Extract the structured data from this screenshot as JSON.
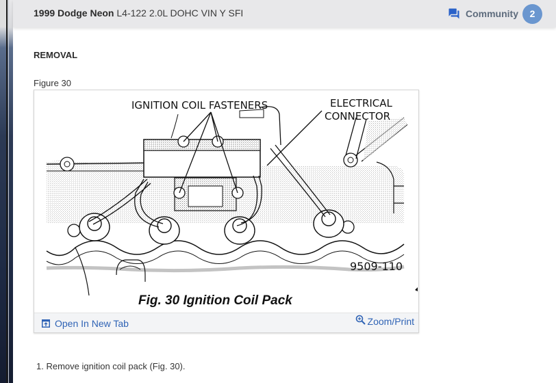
{
  "header": {
    "vehicle_bold": "1999 Dodge Neon",
    "vehicle_rest": " L4-122 2.0L DOHC VIN Y SFI",
    "community_label": "Community",
    "community_count": "2",
    "community_icon": "forum-icon"
  },
  "section": {
    "title": "REMOVAL"
  },
  "figure": {
    "label": "Figure 30",
    "image": {
      "callout_fasteners": "IGNITION COIL FASTENERS",
      "callout_connector_line1": "ELECTRICAL",
      "callout_connector_line2": "CONNECTOR",
      "part_number": "9509-110",
      "caption": "Fig. 30 Ignition Coil Pack"
    },
    "footer": {
      "open_tab_label": "Open In New Tab",
      "open_tab_icon": "open-in-new-tab-icon",
      "zoom_print_label": "Zoom/Print",
      "zoom_print_icon": "zoom-in-icon"
    }
  },
  "steps": [
    "1. Remove ignition coil pack (Fig. 30)."
  ],
  "colors": {
    "header_bg": "#e8e8ea",
    "link": "#2f63b5",
    "badge": "#6a96cf",
    "community_icon": "#2a62c9"
  }
}
